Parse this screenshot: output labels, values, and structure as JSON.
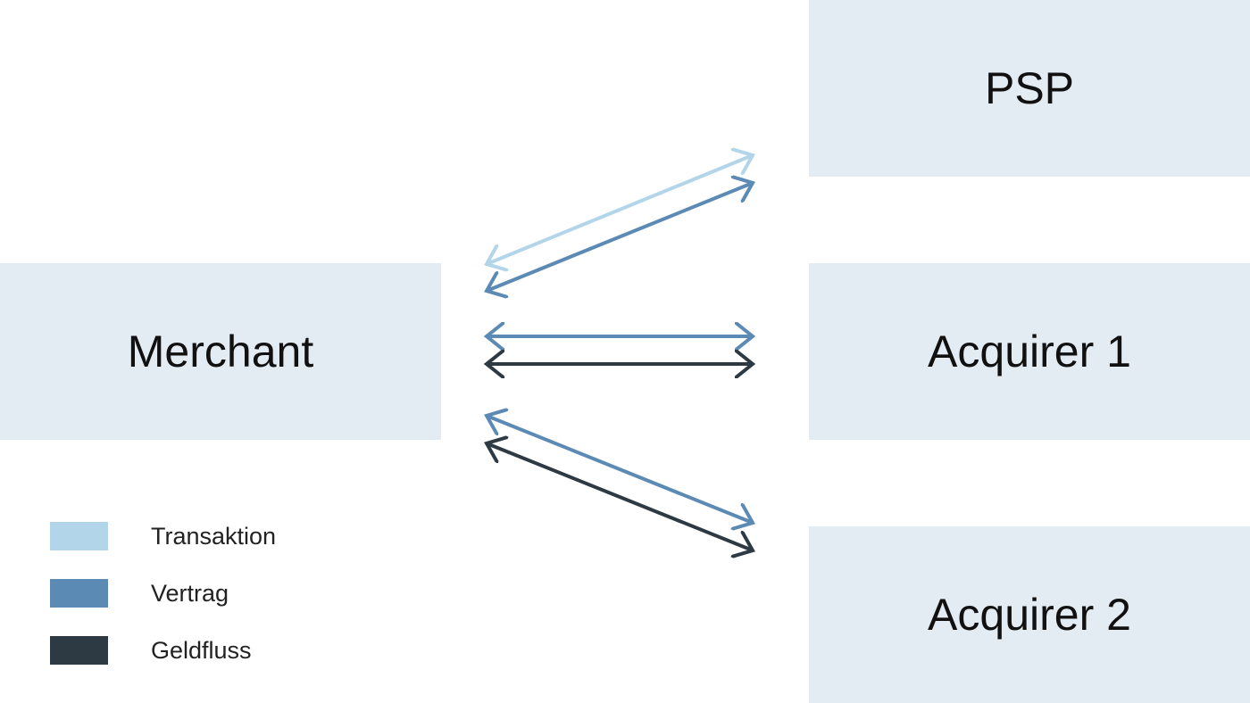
{
  "colors": {
    "box_fill": "#e2ecf2",
    "transaktion": "#b3d5ea",
    "vertrag": "#5b8ab4",
    "geldfluss": "#2d3a44"
  },
  "nodes": {
    "merchant": "Merchant",
    "psp": "PSP",
    "acquirer1": "Acquirer 1",
    "acquirer2": "Acquirer 2"
  },
  "legend": [
    {
      "label": "Transaktion",
      "color": "#b3d5ea"
    },
    {
      "label": "Vertrag",
      "color": "#5b8ab4"
    },
    {
      "label": "Geldfluss",
      "color": "#2d3a44"
    }
  ],
  "edges": [
    {
      "from": "Merchant",
      "to": "PSP",
      "type": "Transaktion",
      "bidirectional": true
    },
    {
      "from": "Merchant",
      "to": "PSP",
      "type": "Vertrag",
      "bidirectional": true
    },
    {
      "from": "Merchant",
      "to": "Acquirer 1",
      "type": "Vertrag",
      "bidirectional": true
    },
    {
      "from": "Merchant",
      "to": "Acquirer 1",
      "type": "Geldfluss",
      "bidirectional": true
    },
    {
      "from": "Merchant",
      "to": "Acquirer 2",
      "type": "Vertrag",
      "bidirectional": true
    },
    {
      "from": "Merchant",
      "to": "Acquirer 2",
      "type": "Geldfluss",
      "bidirectional": true
    }
  ]
}
